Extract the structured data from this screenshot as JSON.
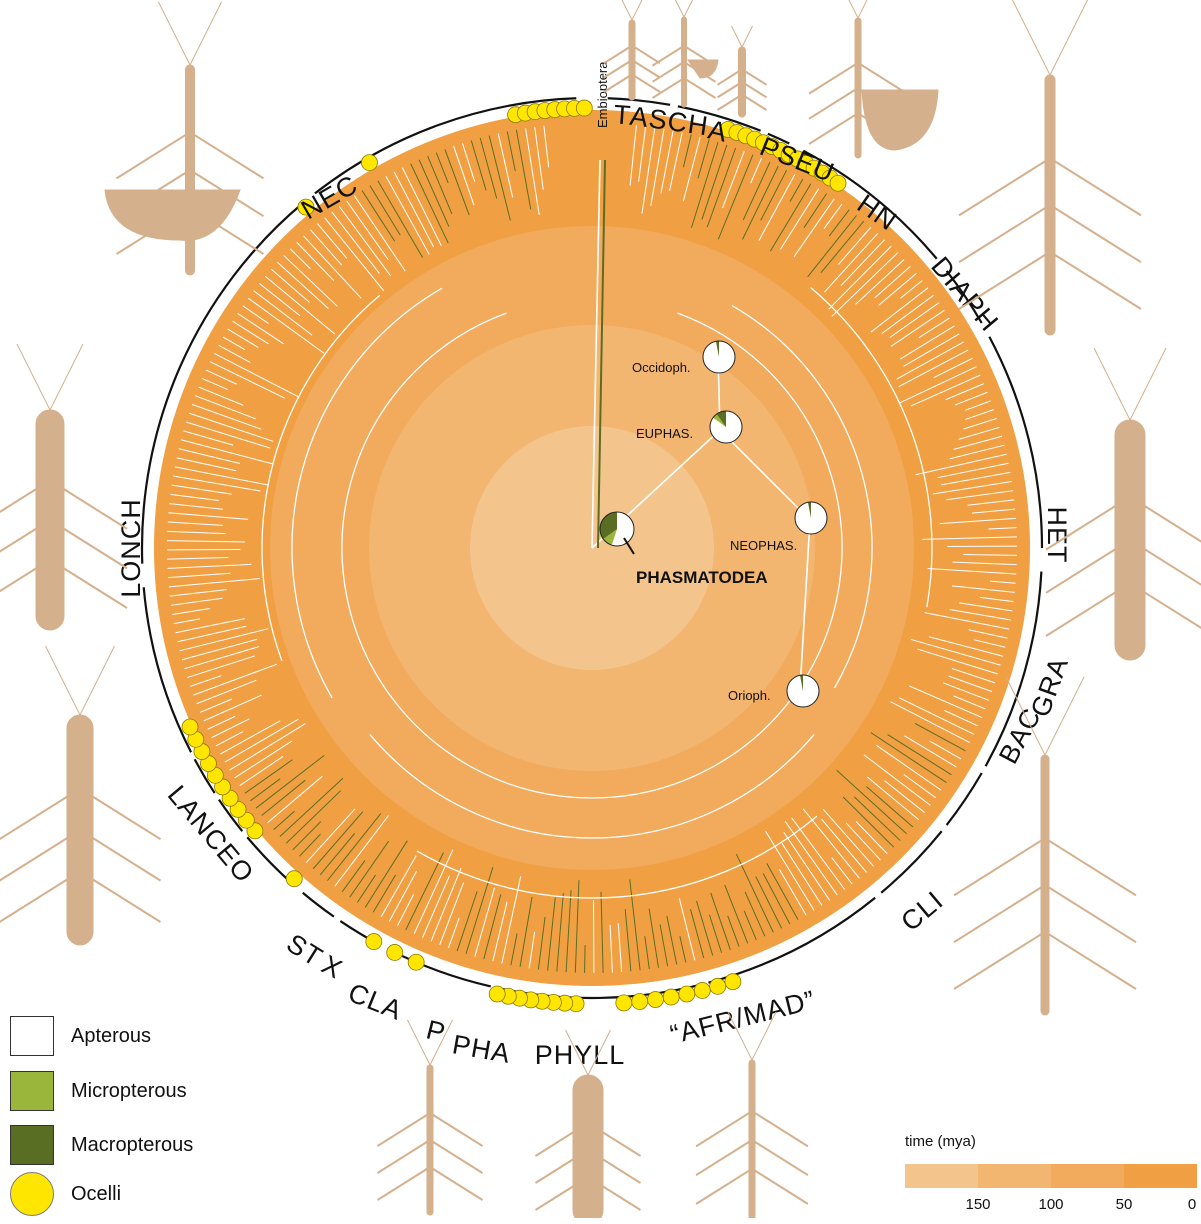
{
  "figure": {
    "root_label": "PHASMATODEA",
    "outgroup_label": "Embioptera",
    "node_labels": [
      "Occidoph.",
      "EUPHAS.",
      "NEOPHAS.",
      "Orioph."
    ],
    "clade_labels": [
      "T",
      "ASCH",
      "A",
      "PSEU",
      "HN",
      "DIAPH",
      "HET",
      "GRA",
      "BAC",
      "CLI",
      "“AFR/MAD”",
      "PHYLL",
      "PHA",
      "P",
      "CLA",
      "X",
      "ST",
      "LANCEO",
      "LONCH",
      "NEC"
    ]
  },
  "node_states": [
    {
      "node": "PHASMATODEA",
      "apterous": 0.55,
      "micropterous": 0.1,
      "macropterous": 0.35
    },
    {
      "node": "Occidoph.",
      "apterous": 0.97,
      "micropterous": 0.0,
      "macropterous": 0.03
    },
    {
      "node": "EUPHAS.",
      "apterous": 0.85,
      "micropterous": 0.05,
      "macropterous": 0.1
    },
    {
      "node": "NEOPHAS.",
      "apterous": 0.97,
      "micropterous": 0.0,
      "macropterous": 0.03
    },
    {
      "node": "Orioph.",
      "apterous": 0.97,
      "micropterous": 0.0,
      "macropterous": 0.03
    }
  ],
  "legend": {
    "items": [
      {
        "label": "Apterous",
        "color": "#ffffff"
      },
      {
        "label": "Micropterous",
        "color": "#9ab73c"
      },
      {
        "label": "Macropterous",
        "color": "#5a6e23"
      },
      {
        "label": "Ocelli",
        "color": "#ffe600"
      }
    ]
  },
  "timescale": {
    "title": "time (mya)",
    "ticks": [
      "150",
      "100",
      "50",
      "0"
    ],
    "band_colors": [
      "#f4c48d",
      "#f3b671",
      "#f2aa5d",
      "#f0a043"
    ]
  },
  "colors": {
    "silhouette": "#d4b08c",
    "branch_white": "#ffffff",
    "branch_green": "#5a6e23",
    "branch_light_green": "#9ab73c",
    "ocelli": "#ffe600"
  }
}
